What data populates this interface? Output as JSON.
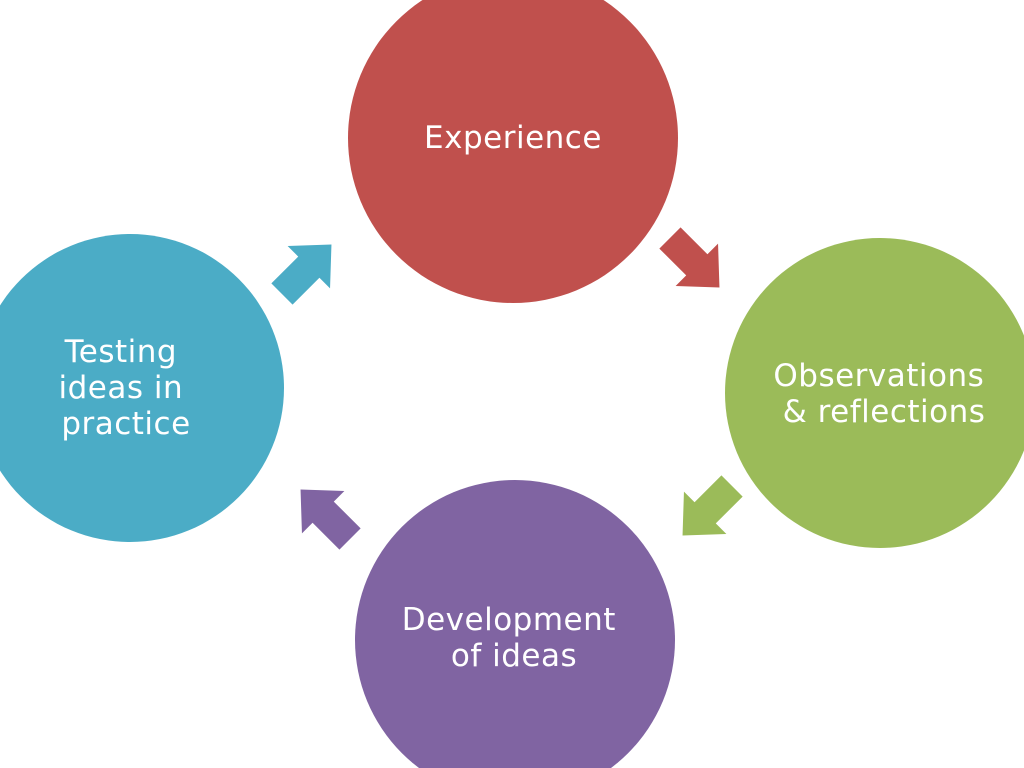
{
  "colors": {
    "experience": "#c0504d",
    "observations": "#9bbb59",
    "development": "#8064a2",
    "testing": "#4bacc6"
  },
  "nodes": {
    "experience": {
      "lines": [
        "Experience"
      ]
    },
    "observations": {
      "lines": [
        "Observations",
        "& reflections"
      ]
    },
    "development": {
      "lines": [
        "Development",
        "of ideas"
      ]
    },
    "testing": {
      "lines": [
        "Testing",
        "ideas in",
        "practice"
      ]
    }
  },
  "arrows": [
    {
      "from": "testing",
      "to": "experience",
      "icon": "arrow-up-right-icon"
    },
    {
      "from": "experience",
      "to": "observations",
      "icon": "arrow-down-right-icon"
    },
    {
      "from": "observations",
      "to": "development",
      "icon": "arrow-down-left-icon"
    },
    {
      "from": "development",
      "to": "testing",
      "icon": "arrow-up-left-icon"
    }
  ]
}
